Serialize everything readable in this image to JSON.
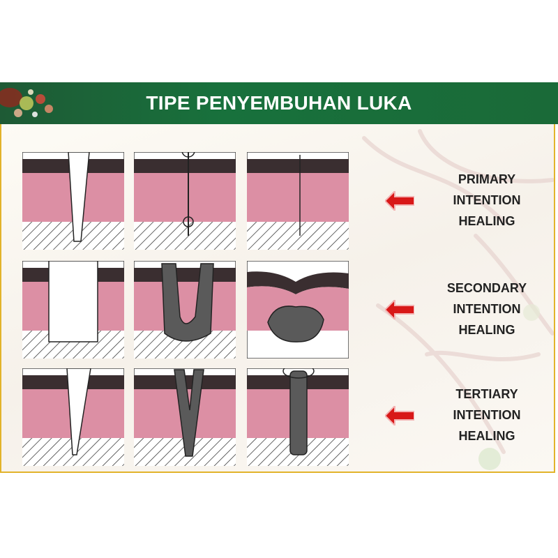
{
  "title": "TIPE PENYEMBUHAN LUKA",
  "rows": [
    {
      "label_lines": [
        "PRIMARY",
        "INTENTION",
        "HEALING"
      ]
    },
    {
      "label_lines": [
        "SECONDARY",
        "INTENTION",
        "HEALING"
      ]
    },
    {
      "label_lines": [
        "TERTIARY",
        "INTENTION",
        "HEALING"
      ]
    }
  ],
  "colors": {
    "header_green": "#1b6a38",
    "border_gold": "#e2b32a",
    "dermis_pink": "#dc8fa4",
    "epidermis_dark": "#3a2e30",
    "granulation": "#5a5a5a",
    "arrow_red": "#d81818"
  },
  "icons": [
    "left-arrow-icon"
  ]
}
